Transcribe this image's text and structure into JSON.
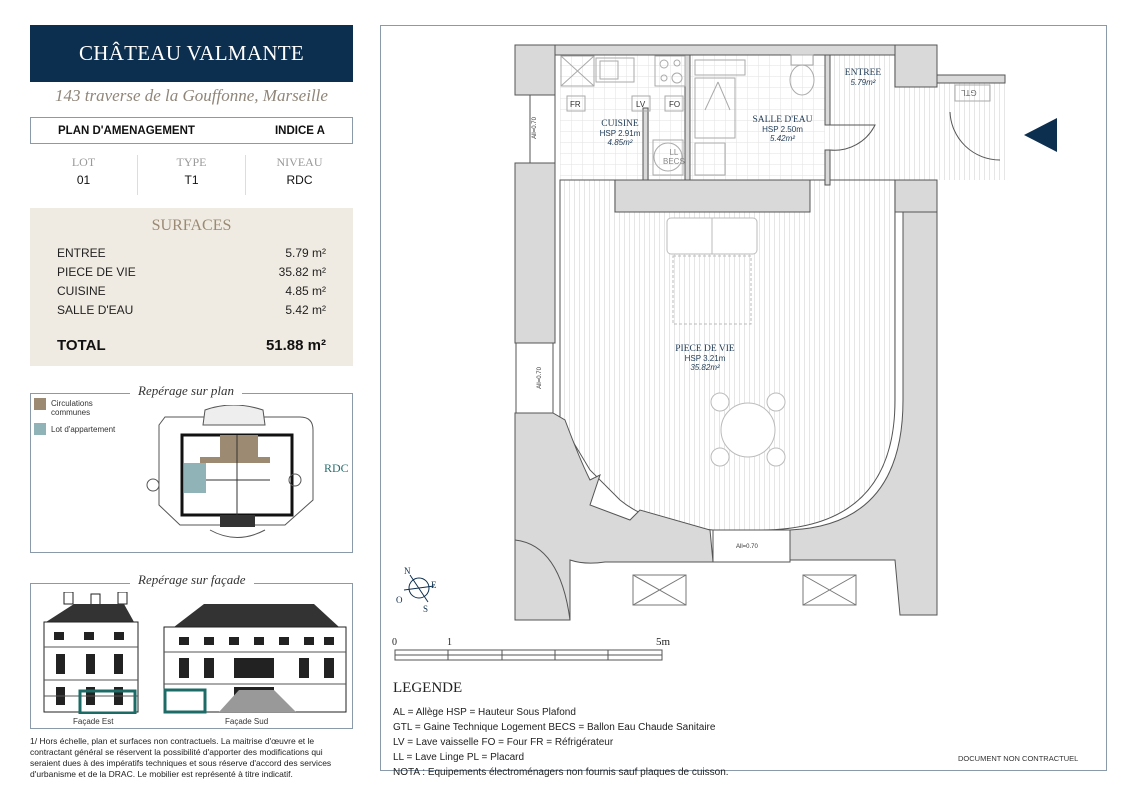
{
  "header": {
    "title": "CHÂTEAU VALMANTE",
    "address": "143 traverse de la Gouffonne, Marseille"
  },
  "plan": {
    "label": "PLAN D'AMENAGEMENT",
    "indice": "INDICE A"
  },
  "lot": [
    {
      "label": "LOT",
      "value": "01"
    },
    {
      "label": "TYPE",
      "value": "T1"
    },
    {
      "label": "NIVEAU",
      "value": "RDC"
    }
  ],
  "surfaces": {
    "title": "SURFACES",
    "rows": [
      {
        "name": "ENTREE",
        "value": "5.79 m²"
      },
      {
        "name": "PIECE DE VIE",
        "value": "35.82 m²"
      },
      {
        "name": "CUISINE",
        "value": "4.85 m²"
      },
      {
        "name": "SALLE D'EAU",
        "value": "5.42 m²"
      }
    ],
    "total_label": "TOTAL",
    "total_value": "51.88 m²"
  },
  "reperage_plan": {
    "title": "Repérage sur plan",
    "legend": [
      "Circulations communes",
      "Lot d'appartement"
    ],
    "level": "RDC",
    "colors": {
      "circulations": "#9c8a72",
      "lot": "#8fb3b7"
    }
  },
  "reperage_facade": {
    "title": "Repérage sur façade",
    "facades": [
      "Façade Est",
      "Façade Sud"
    ],
    "highlight": "#1d6b66"
  },
  "notes": "1/ Hors échelle, plan et surfaces non contractuels. La maitrise d'œuvre et le contractant général se réservent la possibilité d'apporter des modifications qui seraient dues à des impératifs techniques et sous réserve d'accord des services d'urbanisme et de la DRAC. Le mobilier est représenté à titre indicatif.",
  "rooms": [
    {
      "name": "CUISINE",
      "hsp": "HSP 2.91m",
      "area": "4.85m²"
    },
    {
      "name": "SALLE D'EAU",
      "hsp": "HSP 2.50m",
      "area": "5.42m²"
    },
    {
      "name": "ENTREE",
      "area": "5.79m²"
    },
    {
      "name": "PIECE DE VIE",
      "hsp": "HSP 3.21m",
      "area": "35.82m²"
    }
  ],
  "fixtures": {
    "fr": "FR",
    "lv": "LV",
    "fo": "FO",
    "ll": "LL",
    "becs": "BECS",
    "gtl": "GTL",
    "allege": "All=0.70"
  },
  "compass": {
    "n": "N",
    "s": "S",
    "e": "E",
    "o": "O"
  },
  "scale": {
    "zero": "0",
    "one": "1",
    "five": "5m"
  },
  "legende": {
    "title": "LEGENDE",
    "lines": [
      "AL = Allège   HSP = Hauteur Sous Plafond",
      "GTL = Gaine Technique Logement   BECS = Ballon Eau Chaude Sanitaire",
      "LV = Lave vaisselle   FO = Four   FR = Réfrigérateur",
      "LL = Lave Linge   PL = Placard",
      "NOTA : Equipements électroménagers non fournis sauf plaques de cuisson."
    ]
  },
  "disclaimer": "DOCUMENT NON CONTRACTUEL",
  "colors": {
    "navy": "#0d2f4f",
    "wall": "#d9d9d9"
  }
}
